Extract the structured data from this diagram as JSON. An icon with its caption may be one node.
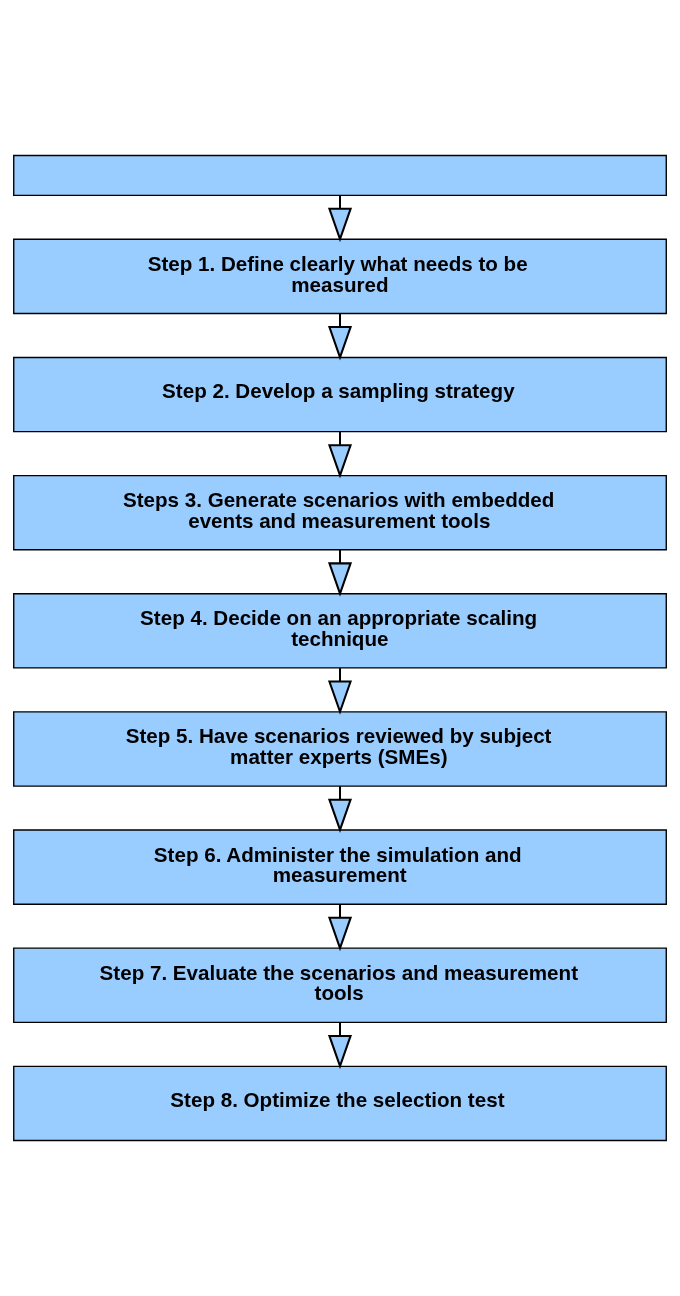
{
  "diagram": {
    "nodes": [
      {
        "text": [],
        "shape": "box"
      },
      {
        "text": [
          "Step 1. Define clearly what needs to be measured"
        ]
      },
      {
        "text": [
          "Step 2. Develop a sampling strategy"
        ]
      },
      {
        "text": [
          "Steps 3. Generate scenarios with embedded events and measurement tools"
        ]
      },
      {
        "text": [
          "Step 4. Decide on an appropriate scaling technique"
        ]
      },
      {
        "text": [
          "Step 5. Have scenarios reviewed by subject matter experts (SMEs)"
        ]
      },
      {
        "text": [
          "Step 6. Administer the simulation and measurement"
        ]
      },
      {
        "text": [
          "Step 7. Evaluate the scenarios and measurement tools"
        ]
      },
      {
        "text": [
          "Step 8. Optimize the selection test"
        ]
      }
    ],
    "edges": [
      {
        "from": 0,
        "to": 1,
        "arrow": "to"
      },
      {
        "from": 1,
        "to": 2,
        "arrow": "to"
      },
      {
        "from": 2,
        "to": 3,
        "arrow": "to"
      },
      {
        "from": 3,
        "to": 4,
        "arrow": "to"
      },
      {
        "from": 4,
        "to": 5,
        "arrow": "to"
      },
      {
        "from": 5,
        "to": 6,
        "arrow": "to"
      },
      {
        "from": 6,
        "to": 7,
        "arrow": "to"
      },
      {
        "from": 7,
        "to": 8,
        "arrow": "to"
      }
    ]
  }
}
